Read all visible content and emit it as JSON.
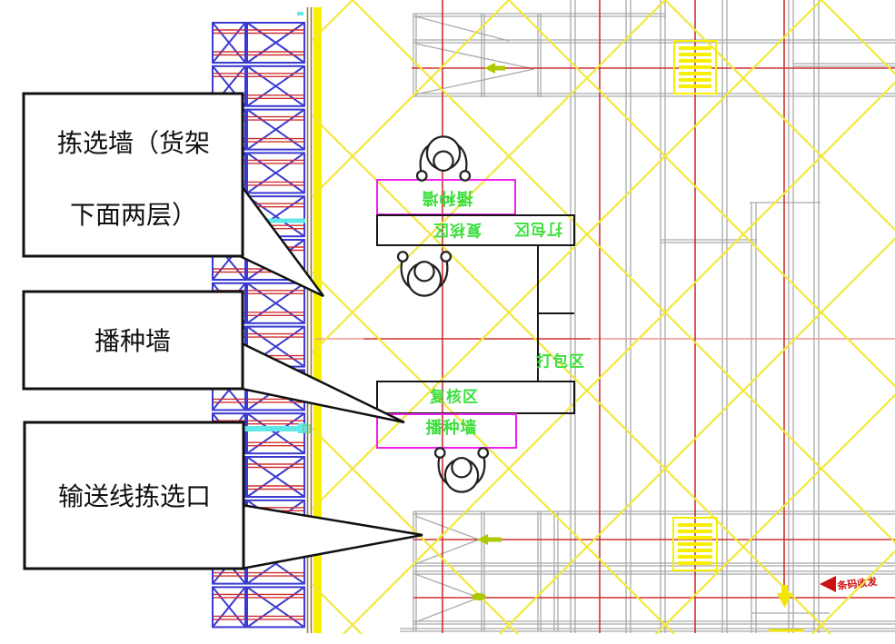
{
  "callouts": {
    "picking_wall": {
      "line1": "拣选墙（货架",
      "line2": "下面两层）"
    },
    "seeding_wall": {
      "label": "播种墙"
    },
    "conveyor_pick_port": {
      "label": "输送线拣选口"
    }
  },
  "floor_labels": {
    "station_top": {
      "seeding_wall": "播种墙",
      "review_area": "复核区",
      "packing_area": "打包区"
    },
    "station_bottom": {
      "seeding_wall": "播种墙",
      "review_area": "复核区",
      "packing_area": "打包区"
    }
  },
  "annotations": {
    "red_flow_note": "条码收发"
  },
  "colors": {
    "grid_yellow": "#f2e83a",
    "wall_yellow": "#f7ee00",
    "rack_blue": "#3a3ad0",
    "beam_red": "#d03030",
    "conveyor_gray": "#a9a9a9",
    "station_magenta": "#f020f0",
    "label_green": "#3ede3e",
    "annotation_red": "#cc1111",
    "cyan_line": "#5fe8e8"
  }
}
